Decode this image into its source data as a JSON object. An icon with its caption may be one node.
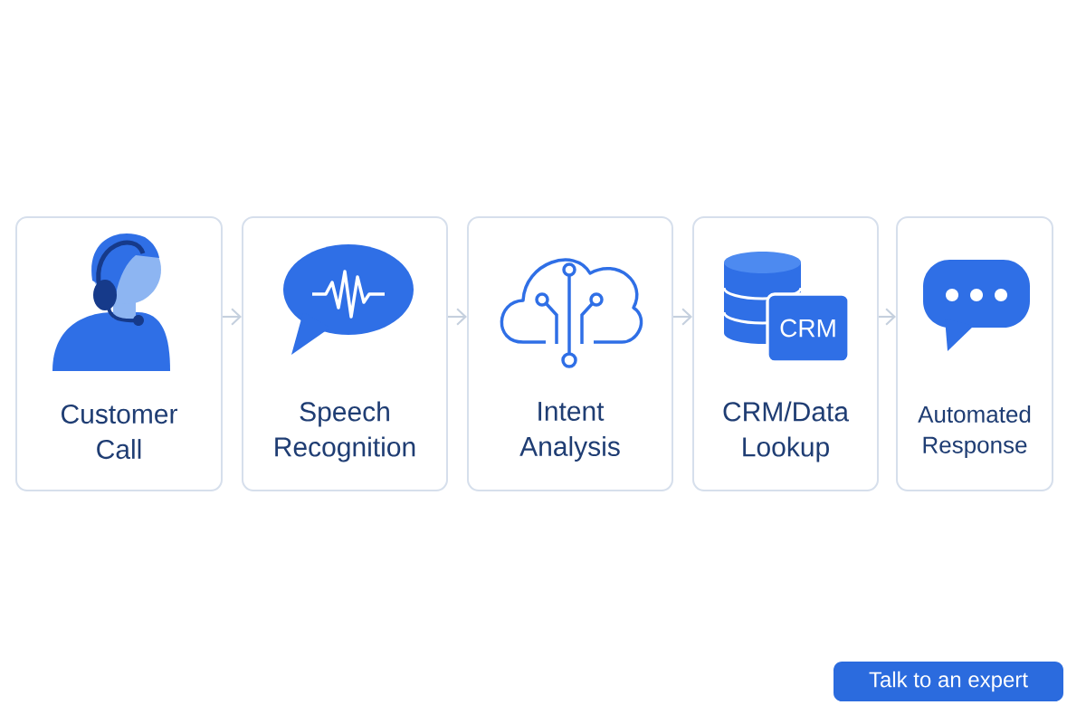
{
  "diagram": {
    "nodes": [
      {
        "text": [
          "Customer Call"
        ]
      },
      {
        "text": [
          "Speech Recognition"
        ]
      },
      {
        "text": [
          "Intent Analysis"
        ]
      },
      {
        "text": [
          "CRM/Data Lookup"
        ]
      },
      {
        "text": [
          "CRM"
        ],
        "in": 3
      },
      {
        "text": [
          "Automated Response"
        ]
      },
      {
        "text": [
          "Talk to an expert"
        ]
      }
    ],
    "edges": [
      {
        "from": 0,
        "to": 1,
        "arrow": "to"
      },
      {
        "from": 1,
        "to": 2,
        "arrow": "to"
      },
      {
        "from": 2,
        "to": 3,
        "arrow": "to"
      },
      {
        "from": 3,
        "to": 5,
        "arrow": "to"
      }
    ]
  }
}
